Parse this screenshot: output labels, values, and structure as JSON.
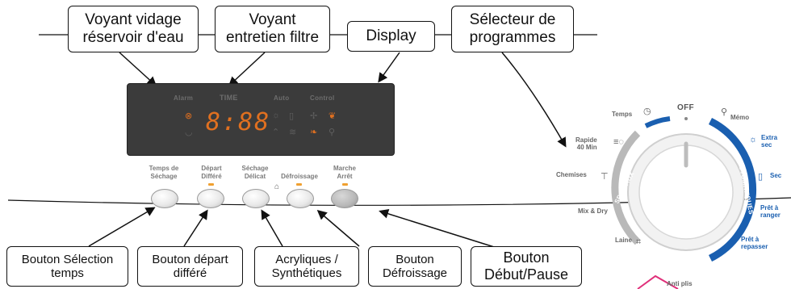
{
  "callouts_top": [
    {
      "id": "voyant-vidage",
      "text": "Voyant vidage\nréservoir d'eau"
    },
    {
      "id": "voyant-filtre",
      "text": "Voyant\nentretien filtre"
    },
    {
      "id": "display",
      "text": "Display"
    },
    {
      "id": "selecteur",
      "text": "Sélecteur de\nprogrammes"
    }
  ],
  "callouts_bottom": [
    {
      "id": "bouton-temps",
      "text": "Bouton Sélection\ntemps"
    },
    {
      "id": "bouton-depart",
      "text": "Bouton départ\ndifféré"
    },
    {
      "id": "acryliques",
      "text": "Acryliques /\nSynthétiques"
    },
    {
      "id": "bouton-defroissage",
      "text": "Bouton\nDéfroissage"
    },
    {
      "id": "bouton-debut",
      "text": "Bouton\nDébut/Pause"
    }
  ],
  "panel": {
    "labels": [
      "Alarm",
      "TIME",
      "Auto",
      "Control"
    ],
    "digits": "8:88"
  },
  "buttons": [
    {
      "label": "Temps de\nSéchage"
    },
    {
      "label": "Départ\nDifféré"
    },
    {
      "label": "Séchage\nDélicat"
    },
    {
      "label": "Défroissage"
    },
    {
      "label": "Marche\nArrêt"
    }
  ],
  "dial": {
    "off": "OFF",
    "left": [
      "Temps",
      "Rapide\n40 Min",
      "Chemises",
      "Mix & Dry",
      "Laine",
      "Anti plis"
    ],
    "right": [
      "Mémo",
      "Extra\nsec",
      "Sec",
      "Prêt à\nranger",
      "Prêt à\nrepasser"
    ],
    "arc_left": "SPECIAUX",
    "arc_right": "AUTOMATIQUES"
  },
  "colors": {
    "led": "#f0a030",
    "digits": "#e07020",
    "accent": "#1a5fb0",
    "panel": "#3b3b3b"
  }
}
